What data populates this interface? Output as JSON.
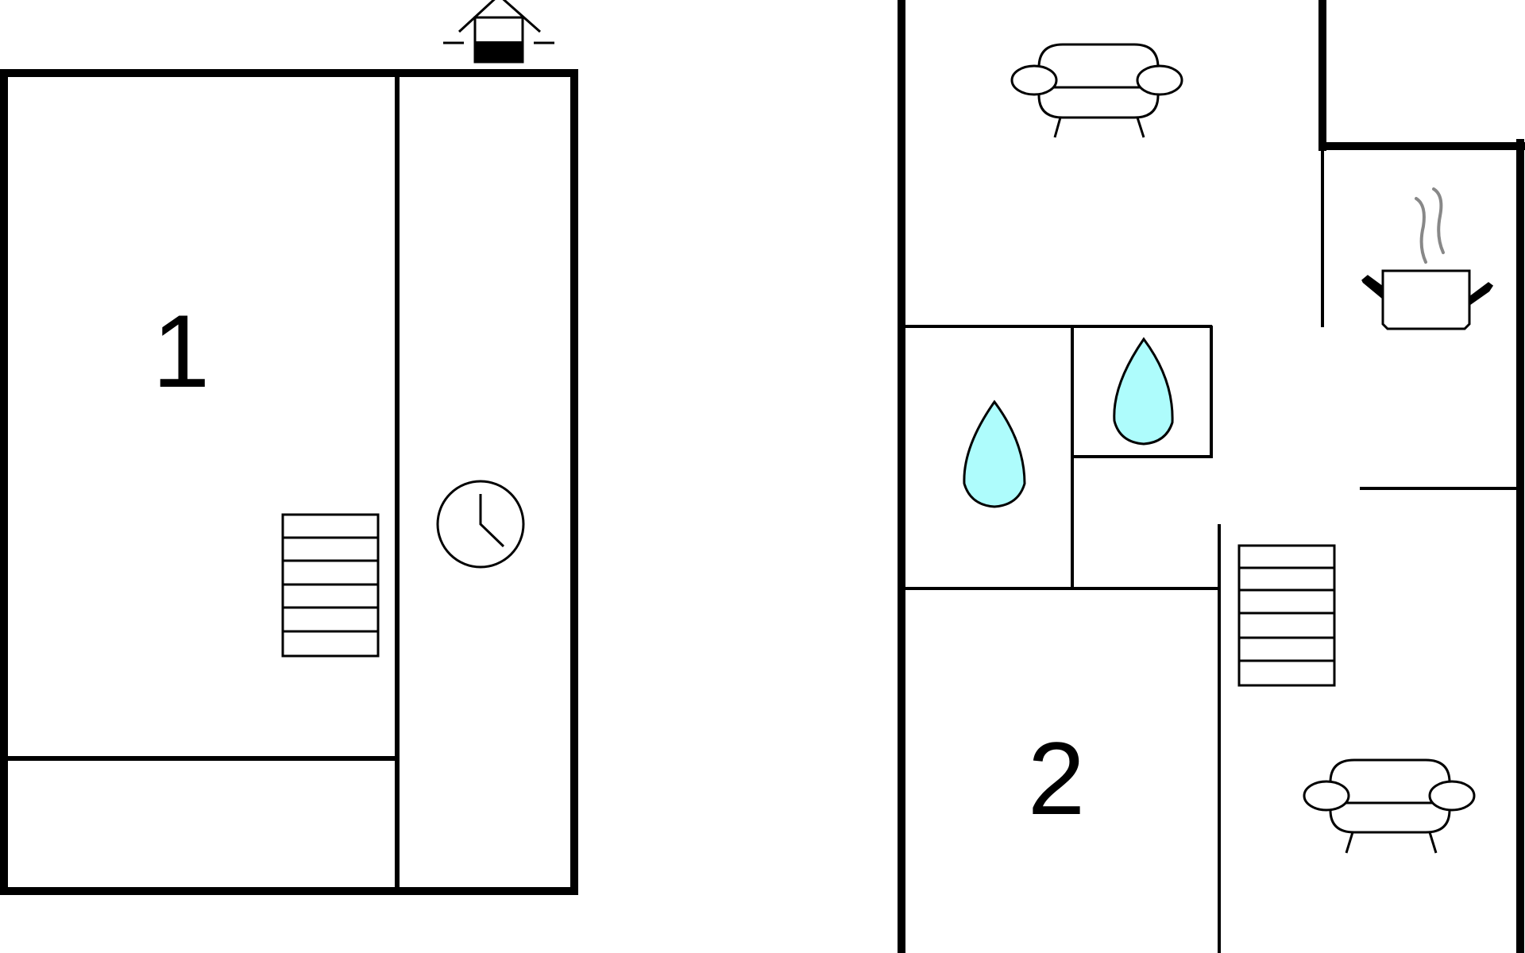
{
  "floors": [
    {
      "id": "floor-1",
      "label": "1"
    },
    {
      "id": "floor-2",
      "label": "2"
    }
  ],
  "icons": {
    "entrance": "entrance-icon",
    "clock": "clock-icon",
    "stairs": "stairs-icon",
    "sofa": "sofa-icon",
    "water": "water-drop-icon",
    "cooking": "cooking-pot-icon"
  },
  "colors": {
    "water": "#aefcfc",
    "steam": "#888888",
    "walls": "#000000"
  }
}
